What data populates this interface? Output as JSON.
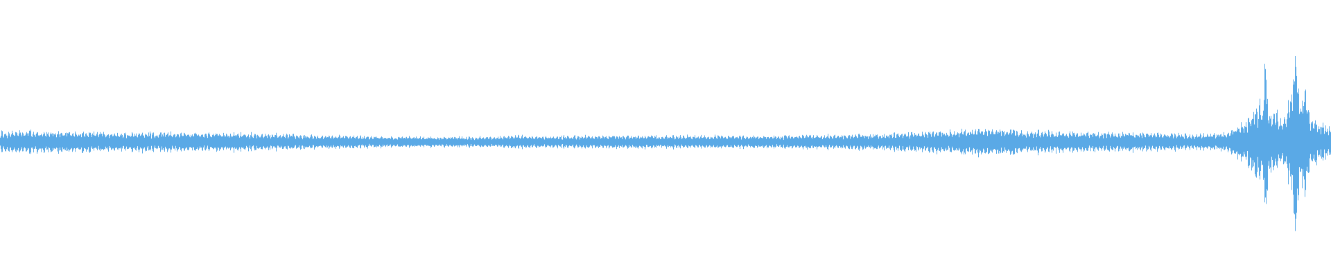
{
  "waveform": {
    "color": "#5aa9e6",
    "background": "#ffffff",
    "envelope": [
      [
        0.0,
        0.085
      ],
      [
        0.02,
        0.085
      ],
      [
        0.05,
        0.08
      ],
      [
        0.08,
        0.078
      ],
      [
        0.12,
        0.075
      ],
      [
        0.16,
        0.072
      ],
      [
        0.19,
        0.068
      ],
      [
        0.22,
        0.06
      ],
      [
        0.25,
        0.05
      ],
      [
        0.28,
        0.045
      ],
      [
        0.31,
        0.042
      ],
      [
        0.34,
        0.04
      ],
      [
        0.37,
        0.042
      ],
      [
        0.39,
        0.05
      ],
      [
        0.41,
        0.045
      ],
      [
        0.44,
        0.048
      ],
      [
        0.47,
        0.05
      ],
      [
        0.5,
        0.052
      ],
      [
        0.52,
        0.05
      ],
      [
        0.55,
        0.048
      ],
      [
        0.58,
        0.05
      ],
      [
        0.61,
        0.055
      ],
      [
        0.64,
        0.058
      ],
      [
        0.67,
        0.065
      ],
      [
        0.7,
        0.08
      ],
      [
        0.72,
        0.095
      ],
      [
        0.74,
        0.11
      ],
      [
        0.75,
        0.105
      ],
      [
        0.77,
        0.09
      ],
      [
        0.8,
        0.08
      ],
      [
        0.82,
        0.078
      ],
      [
        0.84,
        0.07
      ],
      [
        0.86,
        0.075
      ],
      [
        0.88,
        0.065
      ],
      [
        0.9,
        0.06
      ],
      [
        0.92,
        0.07
      ],
      [
        0.935,
        0.16
      ],
      [
        0.945,
        0.3
      ],
      [
        0.955,
        0.26
      ],
      [
        0.965,
        0.18
      ],
      [
        0.972,
        0.5
      ],
      [
        0.978,
        0.35
      ],
      [
        0.985,
        0.22
      ],
      [
        0.993,
        0.15
      ],
      [
        1.0,
        0.1
      ]
    ],
    "bursts": [
      {
        "pos": 0.941,
        "amp": 0.2
      },
      {
        "pos": 0.9505,
        "amp": 0.75
      },
      {
        "pos": 0.9725,
        "amp": 1.0
      },
      {
        "pos": 0.98,
        "amp": 0.55
      }
    ]
  }
}
